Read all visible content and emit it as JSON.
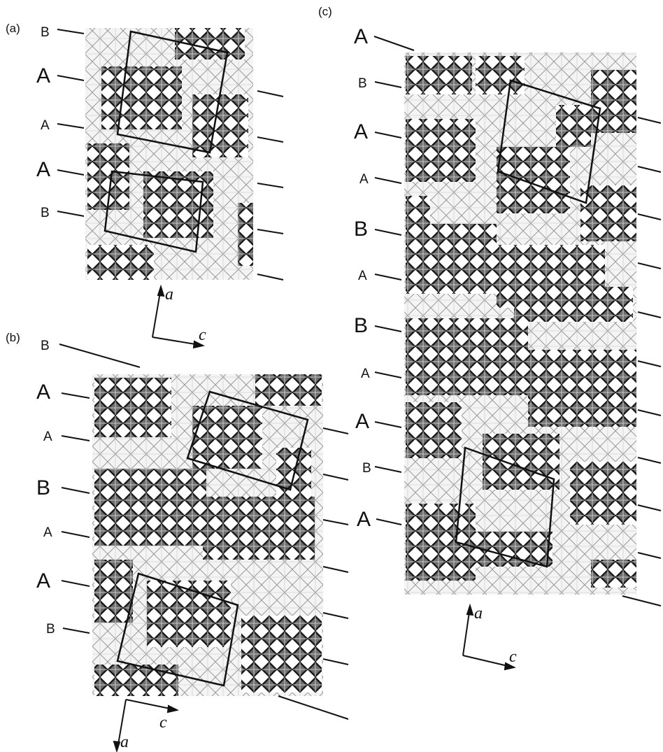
{
  "panels": [
    {
      "id": "a",
      "label": "(a)",
      "layers": [
        {
          "text": "B",
          "size": "small"
        },
        {
          "text": "A",
          "size": "big"
        },
        {
          "text": "A",
          "size": "small"
        },
        {
          "text": "A",
          "size": "big"
        },
        {
          "text": "B",
          "size": "small"
        }
      ],
      "axes": {
        "vertical": "a",
        "horizontal": "c"
      }
    },
    {
      "id": "b",
      "label": "(b)",
      "layers": [
        {
          "text": "B",
          "size": "small"
        },
        {
          "text": "A",
          "size": "big"
        },
        {
          "text": "A",
          "size": "small"
        },
        {
          "text": "B",
          "size": "big"
        },
        {
          "text": "A",
          "size": "small"
        },
        {
          "text": "A",
          "size": "big"
        },
        {
          "text": "B",
          "size": "small"
        }
      ],
      "axes": {
        "vertical": "a",
        "horizontal": "c"
      }
    },
    {
      "id": "c",
      "label": "(c)",
      "layers": [
        {
          "text": "A",
          "size": "big"
        },
        {
          "text": "B",
          "size": "small"
        },
        {
          "text": "A",
          "size": "big"
        },
        {
          "text": "A",
          "size": "small"
        },
        {
          "text": "B",
          "size": "big"
        },
        {
          "text": "A",
          "size": "small"
        },
        {
          "text": "B",
          "size": "big"
        },
        {
          "text": "A",
          "size": "small"
        },
        {
          "text": "A",
          "size": "big"
        },
        {
          "text": "B",
          "size": "small"
        },
        {
          "text": "A",
          "size": "big"
        }
      ],
      "axes": {
        "vertical": "a",
        "horizontal": "c"
      }
    }
  ],
  "colors": {
    "ink": "#111111",
    "lattice": "#9a9a9a",
    "block": "#2a2a2a",
    "block_fill": "#6e6e6e"
  }
}
